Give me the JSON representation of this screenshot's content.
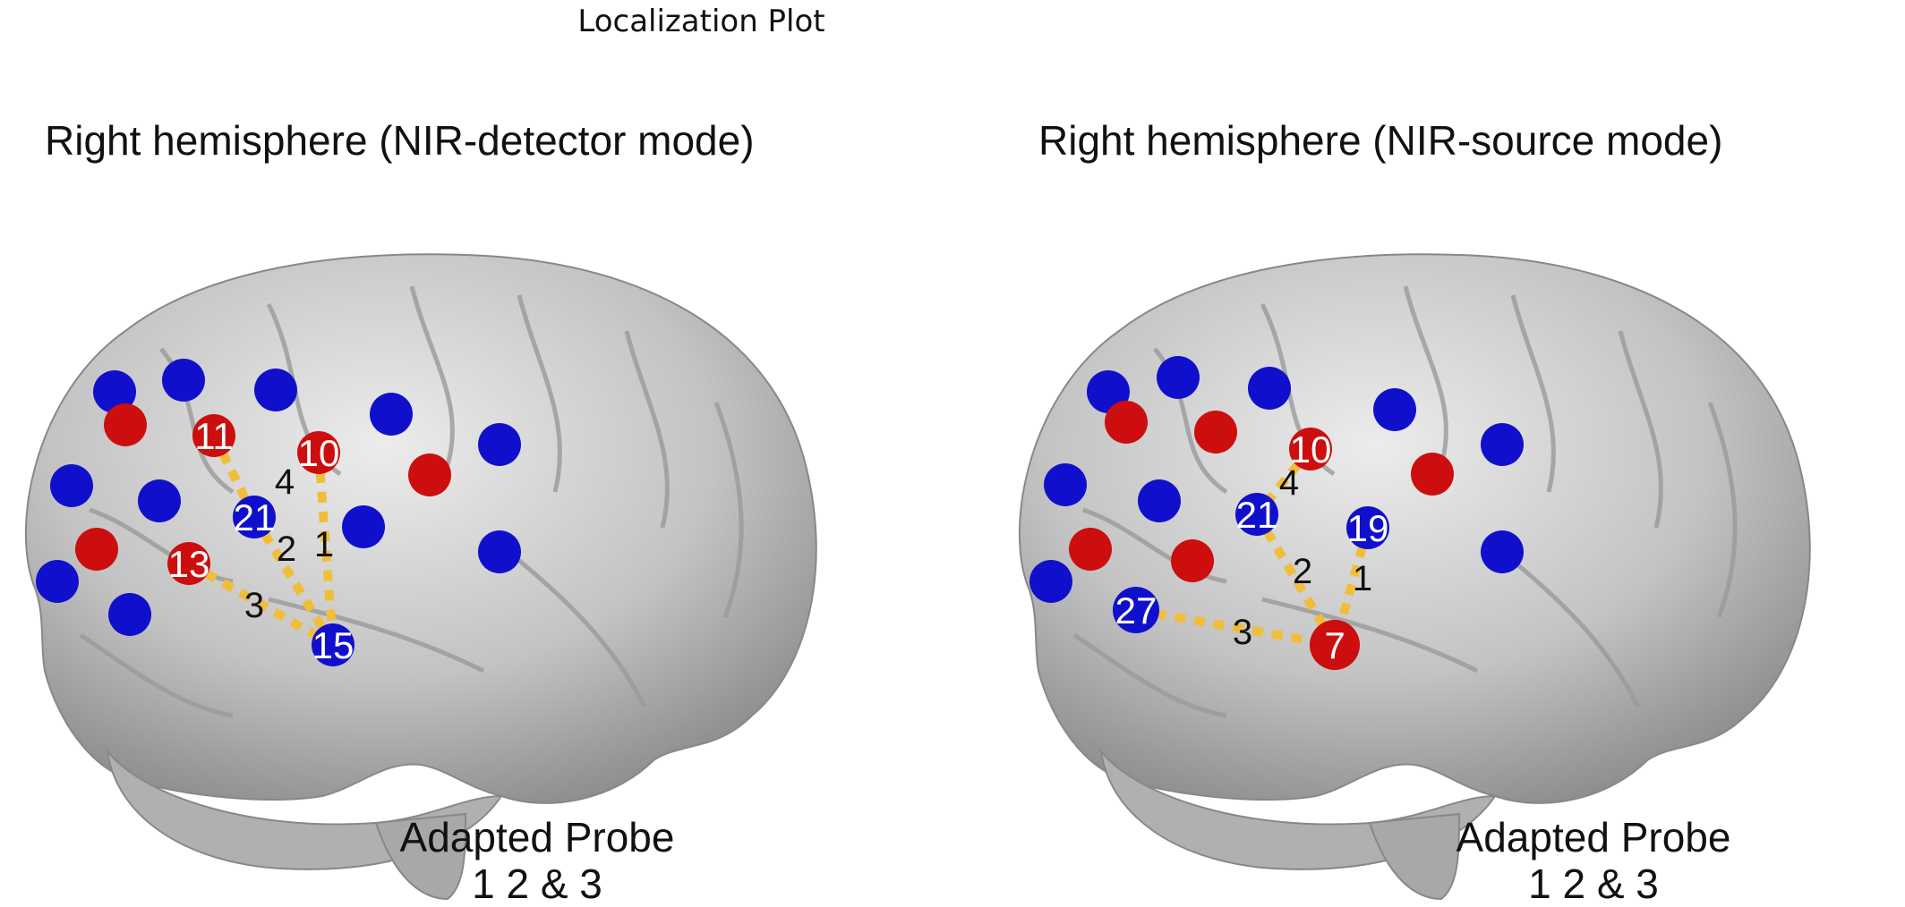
{
  "title": "Localization Plot",
  "colors": {
    "detector": "#1010cc",
    "source": "#cc0e0e",
    "channel": "#f1be3a",
    "brain": "#bdbdbd"
  },
  "panels": [
    {
      "title": "Right hemisphere (NIR-detector mode)",
      "caption_line1": "Adapted Probe",
      "caption_line2": "1 2 & 3",
      "labeled_optodes": [
        {
          "id": "11",
          "type": "source"
        },
        {
          "id": "10",
          "type": "source"
        },
        {
          "id": "13",
          "type": "source"
        },
        {
          "id": "21",
          "type": "detector"
        },
        {
          "id": "15",
          "type": "detector"
        }
      ],
      "channels": [
        {
          "label": "1",
          "from": "10",
          "to": "15"
        },
        {
          "label": "2",
          "from": "21",
          "to": "15"
        },
        {
          "label": "3",
          "from": "13",
          "to": "15"
        },
        {
          "label": "4",
          "from": "11",
          "to": "21"
        }
      ]
    },
    {
      "title": "Right hemisphere (NIR-source mode)",
      "caption_line1": "Adapted Probe",
      "caption_line2": "1 2 & 3",
      "labeled_optodes": [
        {
          "id": "10",
          "type": "source"
        },
        {
          "id": "7",
          "type": "source"
        },
        {
          "id": "21",
          "type": "detector"
        },
        {
          "id": "19",
          "type": "detector"
        },
        {
          "id": "27",
          "type": "detector"
        }
      ],
      "channels": [
        {
          "label": "1",
          "from": "19",
          "to": "7"
        },
        {
          "label": "2",
          "from": "21",
          "to": "7"
        },
        {
          "label": "3",
          "from": "27",
          "to": "7"
        },
        {
          "label": "4",
          "from": "10",
          "to": "21"
        }
      ]
    }
  ]
}
